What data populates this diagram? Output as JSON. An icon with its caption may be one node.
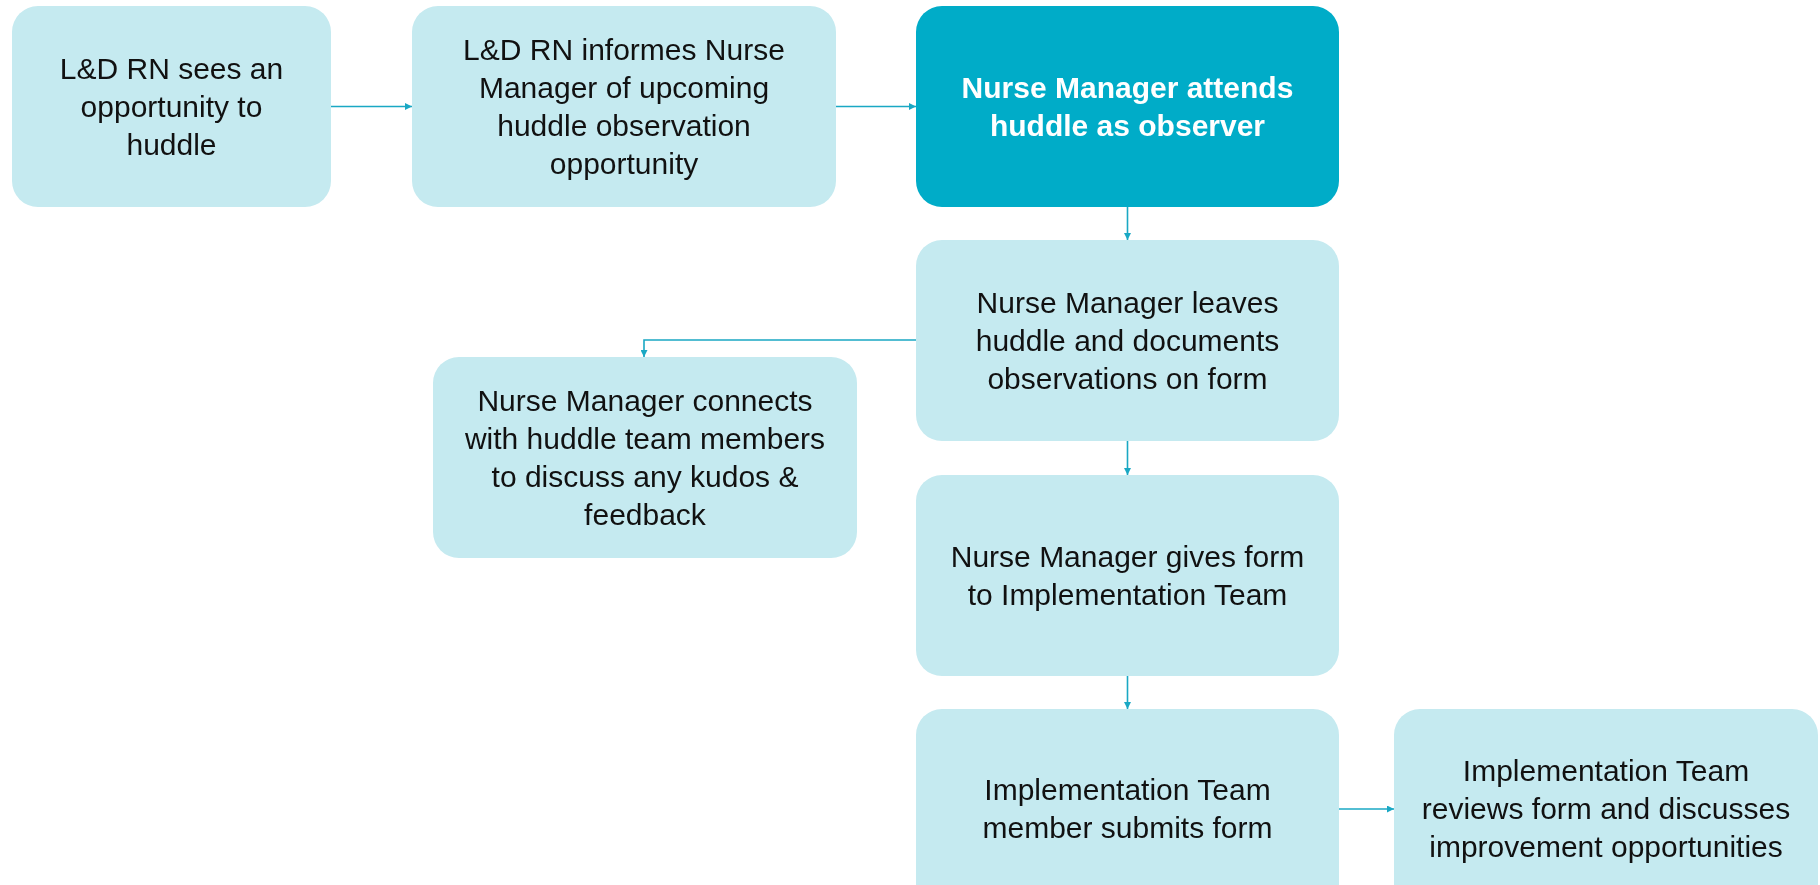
{
  "diagram": {
    "nodes": [
      {
        "text": [
          "L&D RN sees an opportunity to huddle"
        ]
      },
      {
        "text": [
          "L&D RN informes Nurse Manager of upcoming huddle observation opportunity"
        ]
      },
      {
        "text": [
          "Nurse Manager attends huddle as observer"
        ]
      },
      {
        "text": [
          "Nurse Manager leaves huddle and documents observations on form"
        ]
      },
      {
        "text": [
          "Nurse Manager connects with huddle team members to discuss any kudos & feedback"
        ]
      },
      {
        "text": [
          "Nurse Manager gives form to Implementation Team"
        ]
      },
      {
        "text": [
          "Implementation Team member submits form"
        ]
      },
      {
        "text": [
          "Implementation Team reviews form and discusses improvement opportunities"
        ]
      }
    ],
    "edges": [
      {
        "from": 0,
        "to": 1,
        "arrow": "to"
      },
      {
        "from": 1,
        "to": 2,
        "arrow": "to"
      },
      {
        "from": 2,
        "to": 3,
        "arrow": "to"
      },
      {
        "from": 3,
        "to": 4,
        "arrow": "to"
      },
      {
        "from": 3,
        "to": 5,
        "arrow": "to"
      },
      {
        "from": 5,
        "to": 6,
        "arrow": "to"
      },
      {
        "from": 6,
        "to": 7,
        "arrow": "to"
      }
    ]
  }
}
